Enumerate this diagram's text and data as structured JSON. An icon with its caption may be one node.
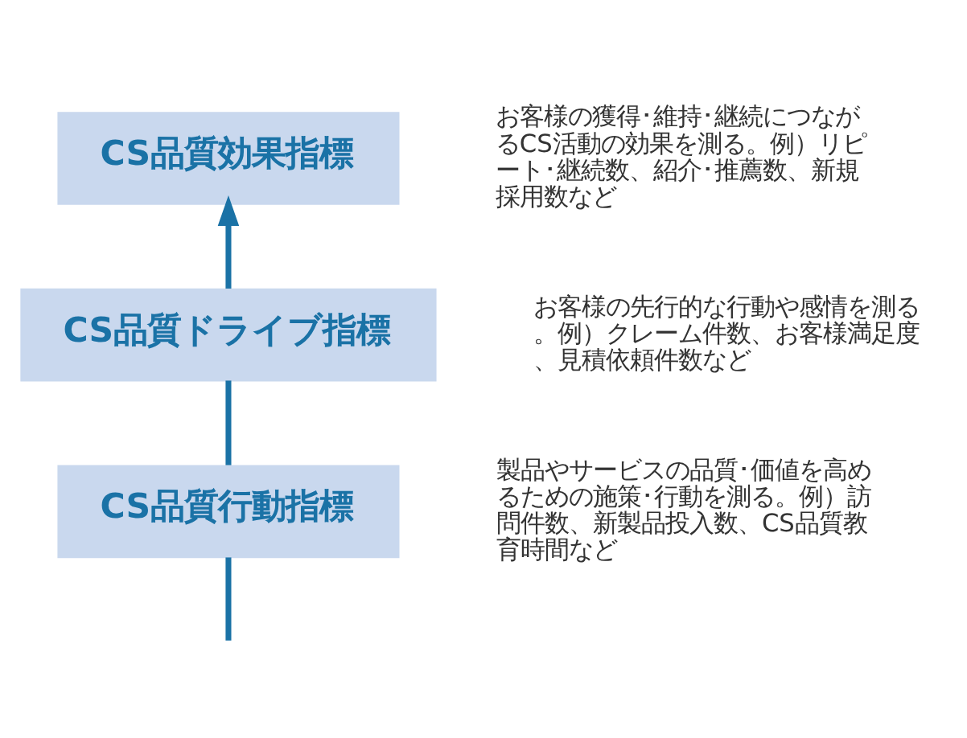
{
  "diagram": {
    "nodes": [
      {
        "text": [
          "CS品質効果指標"
        ],
        "beside": [
          "お客様の獲得･維持･継続につながるCS活動の効果を測る。例）リピート･継続数、紹介･推薦数、新規採用数など"
        ]
      },
      {
        "text": [
          "CS品質ドライブ指標"
        ],
        "beside": [
          "お客様の先行的な行動や感情を測る。例）クレーム件数、お客様満足度、見積依頼件数など"
        ]
      },
      {
        "text": [
          "CS品質行動指標"
        ],
        "beside": [
          "製品やサービスの品質･価値を高めるための施策･行動を測る。例）訪問件数、新製品投入数、CS品質教育時間など"
        ]
      }
    ],
    "edges": [
      {
        "from": null,
        "to": 2,
        "arrow": "none"
      },
      {
        "from": 2,
        "to": 1,
        "arrow": "none"
      },
      {
        "from": 1,
        "to": 0,
        "arrow": "to"
      }
    ]
  }
}
